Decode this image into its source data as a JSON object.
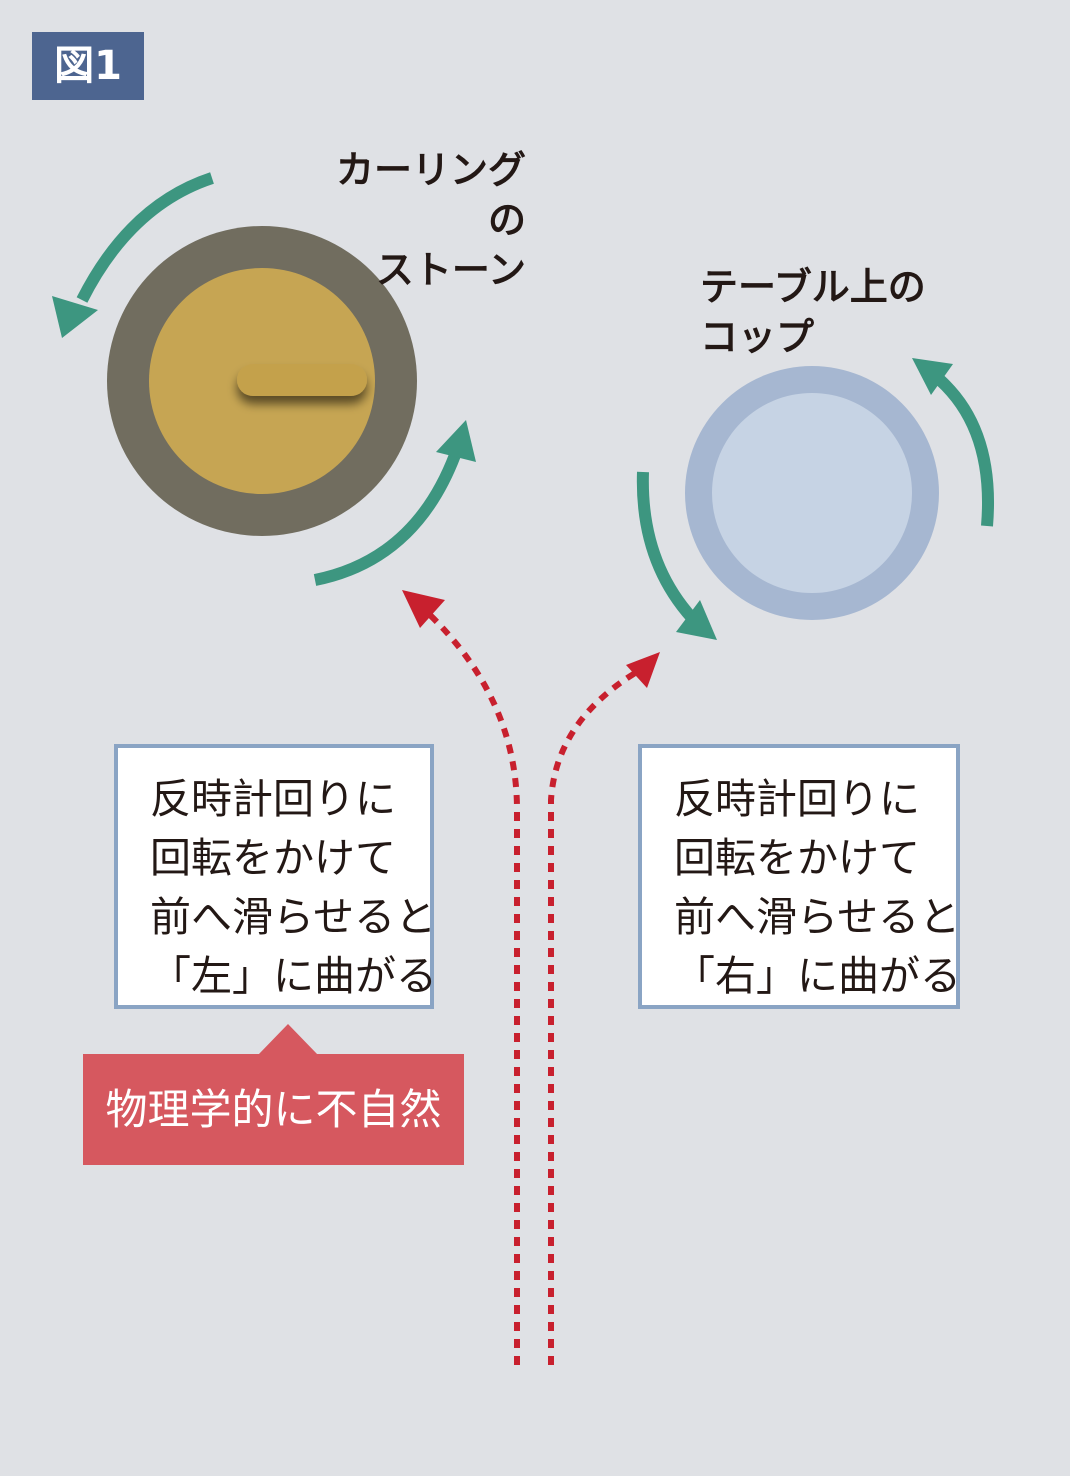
{
  "badge": "図1",
  "stone_label": [
    "カーリングの",
    "ストーン"
  ],
  "cup_label": [
    "テーブル上の",
    "コップ"
  ],
  "left_box": [
    "反時計回りに",
    "回転をかけて",
    "前へ滑らせると",
    "「左」に曲がる"
  ],
  "right_box": [
    "反時計回りに",
    "回転をかけて",
    "前へ滑らせると",
    "「右」に曲がる"
  ],
  "warning": "物理学的に不自然",
  "colors": {
    "rotation_arrow": "#3d9680",
    "path_arrow": "#c8202e",
    "stone_outer": "#716d5f",
    "stone_inner": "#c6a553",
    "cup_outer": "#a6b7d1",
    "cup_inner": "#c6d3e4",
    "badge": "#4d6590",
    "warning": "#d6585f"
  }
}
